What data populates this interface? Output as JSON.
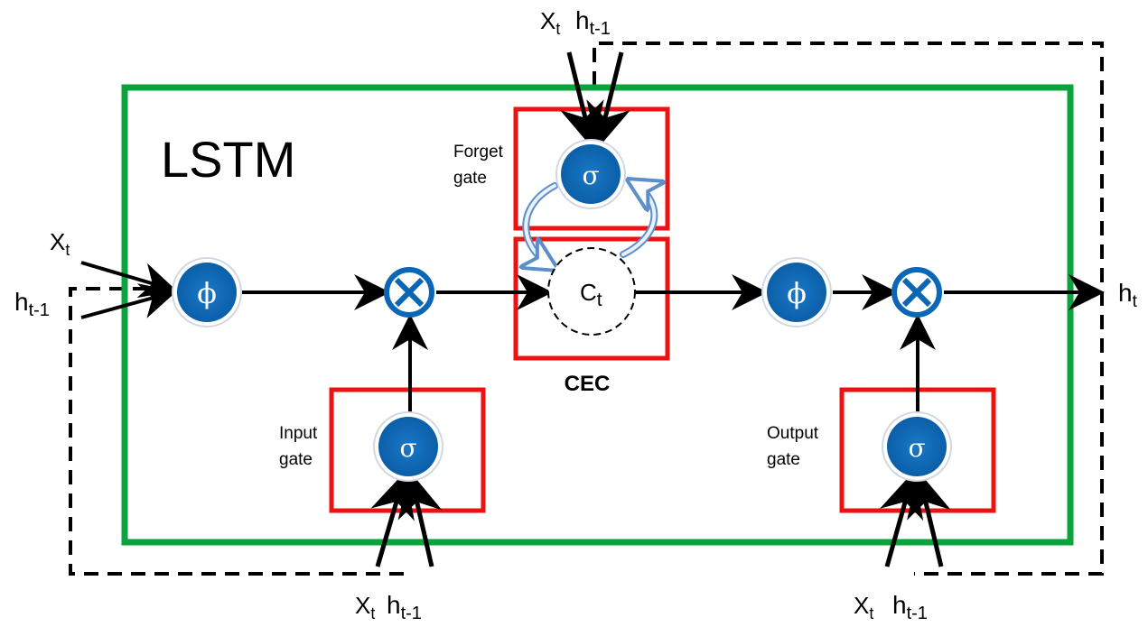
{
  "title": "LSTM",
  "colors": {
    "frame": "#0aa33c",
    "gate_box": "#ee1111",
    "node_fill": "#0b67b6",
    "arrow": "#000000",
    "feedback": "#5b8fc9"
  },
  "icons": {
    "activation": "phi-symbol",
    "gate": "sigma-symbol",
    "multiply": "circled-times"
  },
  "labels": {
    "forget_gate": [
      "Forget",
      "gate"
    ],
    "input_gate": [
      "Input",
      "gate"
    ],
    "output_gate": [
      "Output",
      "gate"
    ],
    "cec": "CEC",
    "cell": {
      "base": "C",
      "sub": "t"
    },
    "output": {
      "base": "h",
      "sub": "t"
    }
  },
  "symbols": {
    "phi": "ϕ",
    "sigma": "σ"
  },
  "inputs": {
    "x": {
      "base": "X",
      "sub": "t"
    },
    "h": {
      "base": "h",
      "sub": "t-1"
    }
  }
}
